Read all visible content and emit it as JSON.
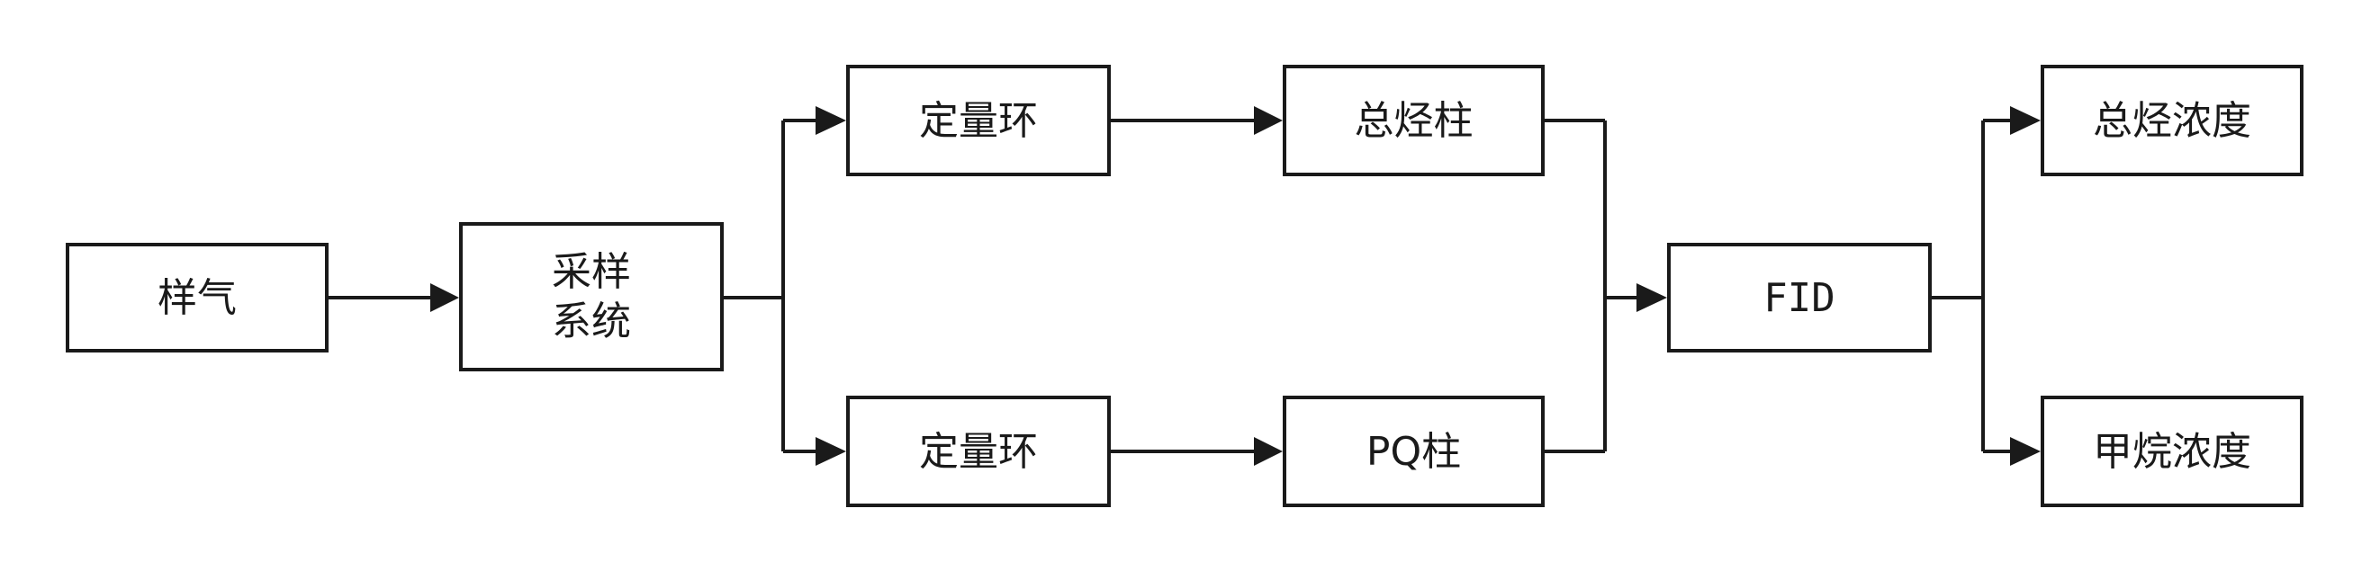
{
  "diagram": {
    "nodes": {
      "sample_gas": "样气",
      "sampling_system": "采样\n系统",
      "quant_loop_top": "定量环",
      "quant_loop_bottom": "定量环",
      "total_hc_column": "总烃柱",
      "pq_column": "PQ柱",
      "fid": "FID",
      "total_hc_concentration": "总烃浓度",
      "methane_concentration": "甲烷浓度"
    },
    "colors": {
      "stroke": "#1a1a1a",
      "background": "#ffffff"
    }
  }
}
